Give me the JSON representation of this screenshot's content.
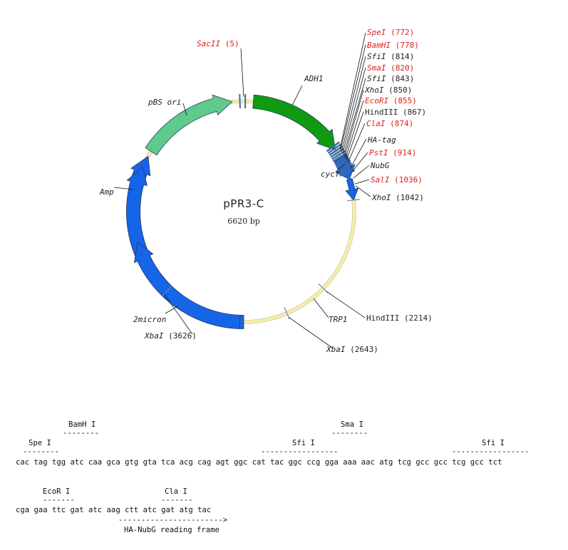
{
  "plasmid": {
    "name": "pPR3-C",
    "size": "6620 bp"
  },
  "features": {
    "adh1": "ADH1",
    "pbs_ori": "pBS ori",
    "amp": "Amp",
    "zmicron": "2micron",
    "trp1": "TRP1",
    "cyct": "cycT",
    "ha_tag": "HA-tag",
    "nubg": "NubG"
  },
  "sites": {
    "sacii": {
      "name": "SacII",
      "pos": "(5)"
    },
    "spei": {
      "name": "SpeI",
      "pos": "(772)"
    },
    "bamhi": {
      "name": "BamHI",
      "pos": "(778)"
    },
    "sfii1": {
      "name": "SfiI",
      "pos": "(814)"
    },
    "smai": {
      "name": "SmaI",
      "pos": "(820)"
    },
    "sfii2": {
      "name": "SfiI",
      "pos": "(843)"
    },
    "xhoi1": {
      "name": "XhoI",
      "pos": "(850)"
    },
    "ecori": {
      "name": "EcoRI",
      "pos": "(855)"
    },
    "hindiii1": {
      "name": "HindIII",
      "pos": "(867)"
    },
    "clai": {
      "name": "ClaI",
      "pos": "(874)"
    },
    "psti": {
      "name": "PstI",
      "pos": "(914)"
    },
    "sali": {
      "name": "SalI",
      "pos": "(1036)"
    },
    "xhoi2": {
      "name": "XhoI",
      "pos": "(1042)"
    },
    "hindiii2": {
      "name": "HindIII",
      "pos": "(2214)"
    },
    "xbai1": {
      "name": "XbaI",
      "pos": "(2643)"
    },
    "xbai2": {
      "name": "XbaI",
      "pos": "(3626)"
    }
  },
  "sequence": {
    "row1": {
      "l_bamh": "BamH I",
      "l_spe": "Spe I",
      "l_sma": "Sma I",
      "l_sfi1": "Sfi I",
      "l_sfi2": "Sfi I",
      "u_bamh": "--------",
      "u_spe": "--------",
      "u_sma": "--------",
      "u_sfi1": "-----------------",
      "u_sfi2": "-----------------",
      "seq": "cac tag tgg atc caa gca gtg gta tca acg cag agt ggc cat tac ggc ccg gga aaa aac atg tcg gcc gcc tcg gcc tct"
    },
    "row2": {
      "l_ecor": "EcoR I",
      "l_cla": "Cla I",
      "u_ecor": "-------",
      "u_cla": "-------",
      "seq": "cga gaa ttc gat atc aag ctt atc gat atg tac",
      "arrow": "----------------------->",
      "frame": "HA-NubG reading frame"
    }
  },
  "colors": {
    "blue": "#1565e8",
    "green": "#0f9a12",
    "ori": "#5ecb8c",
    "backbone": "#f2edb0",
    "red": "#e0201a"
  }
}
